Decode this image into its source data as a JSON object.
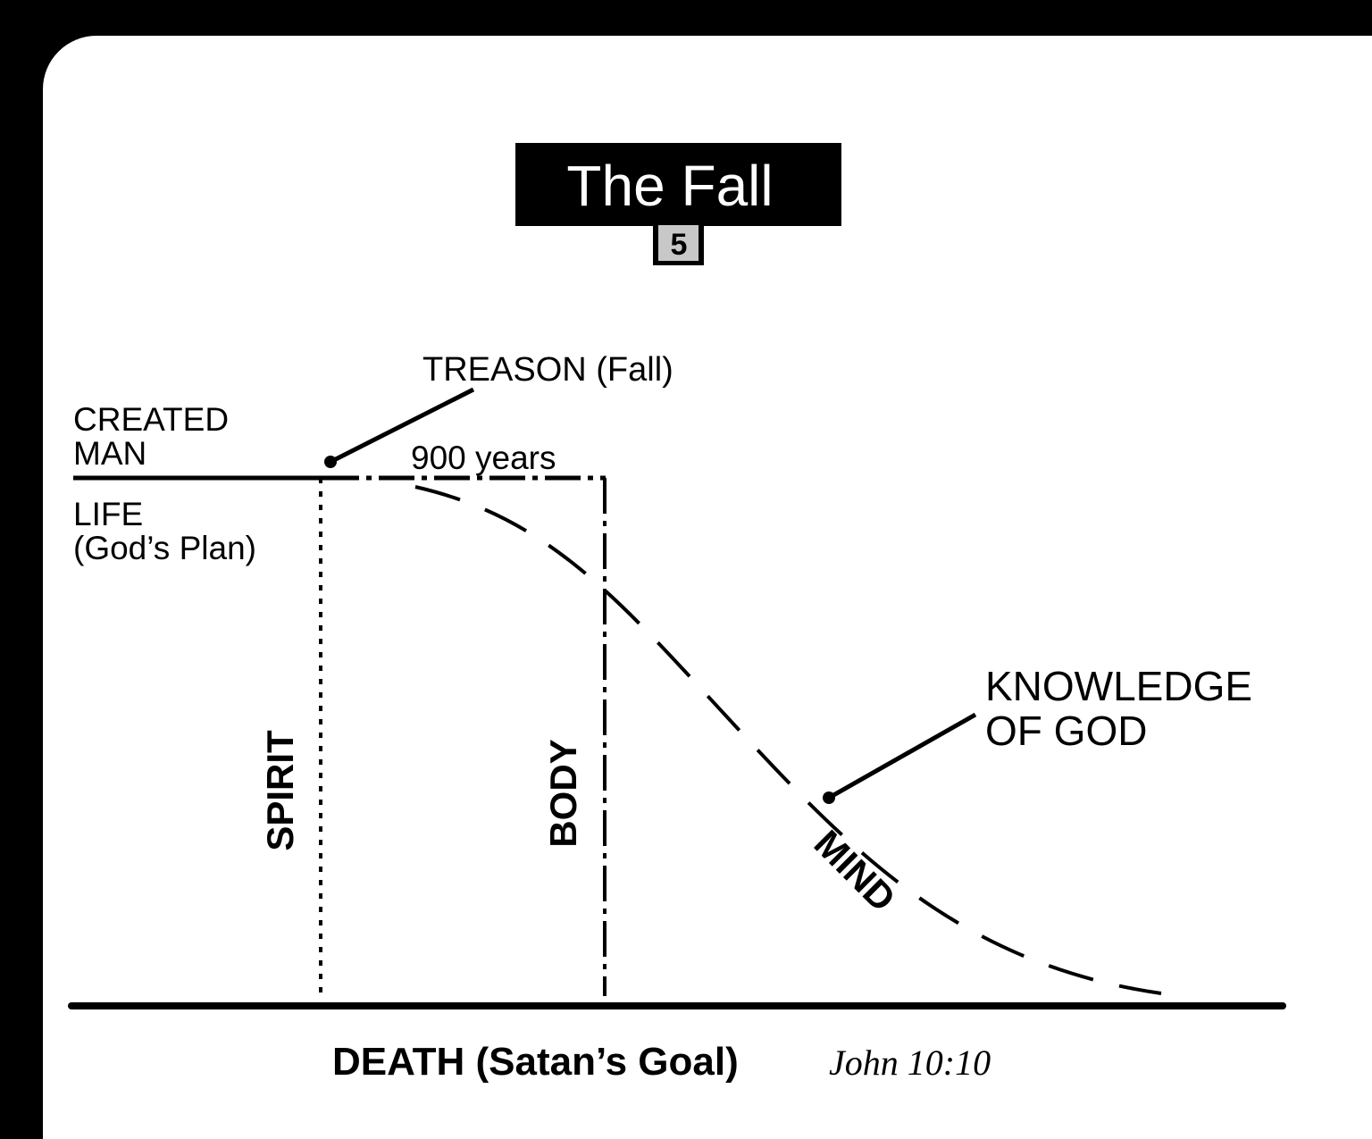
{
  "title": "The Fall",
  "chapter_badge": "5",
  "labels": {
    "treason": "TREASON (Fall)",
    "created_man_line1": "CREATED",
    "created_man_line2": "MAN",
    "life_line1": "LIFE",
    "life_line2": "(God’s Plan)",
    "years": "900 years",
    "knowledge_line1": "KNOWLEDGE",
    "knowledge_line2": "OF GOD",
    "spirit": "SPIRIT",
    "body": "BODY",
    "mind": "MIND",
    "death": "DEATH (Satan’s Goal)",
    "scripture": "John 10:10"
  },
  "colors": {
    "ink": "#000000",
    "paper": "#ffffff",
    "badge": "#c8c8c8"
  }
}
